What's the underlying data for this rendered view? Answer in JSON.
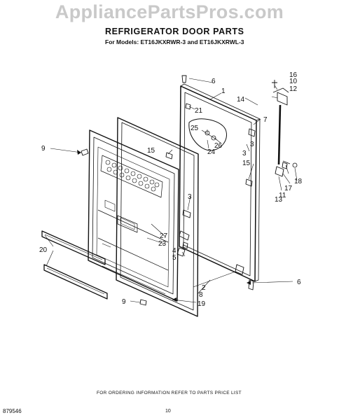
{
  "watermark": "AppliancePartsPros.com",
  "title": "REFRIGERATOR DOOR PARTS",
  "subtitle": "For Models: ET16JKXRWR-3 and ET16JKXRWL-3",
  "footer": {
    "ordering_info": "FOR ORDERING INFORMATION REFER TO PARTS PRICE LIST",
    "code": "879546",
    "page_number": "10"
  },
  "callouts": [
    {
      "label": "1"
    },
    {
      "label": "2"
    },
    {
      "label": "3"
    },
    {
      "label": "3"
    },
    {
      "label": "3"
    },
    {
      "label": "4"
    },
    {
      "label": "5"
    },
    {
      "label": "6"
    },
    {
      "label": "6"
    },
    {
      "label": "7"
    },
    {
      "label": "8"
    },
    {
      "label": "9"
    },
    {
      "label": "9"
    },
    {
      "label": "10"
    },
    {
      "label": "11"
    },
    {
      "label": "12"
    },
    {
      "label": "13"
    },
    {
      "label": "14"
    },
    {
      "label": "15"
    },
    {
      "label": "15"
    },
    {
      "label": "16"
    },
    {
      "label": "17"
    },
    {
      "label": "18"
    },
    {
      "label": "19"
    },
    {
      "label": "20"
    },
    {
      "label": "21"
    },
    {
      "label": "23"
    },
    {
      "label": "24"
    },
    {
      "label": "25"
    },
    {
      "label": "26"
    },
    {
      "label": "27"
    }
  ]
}
